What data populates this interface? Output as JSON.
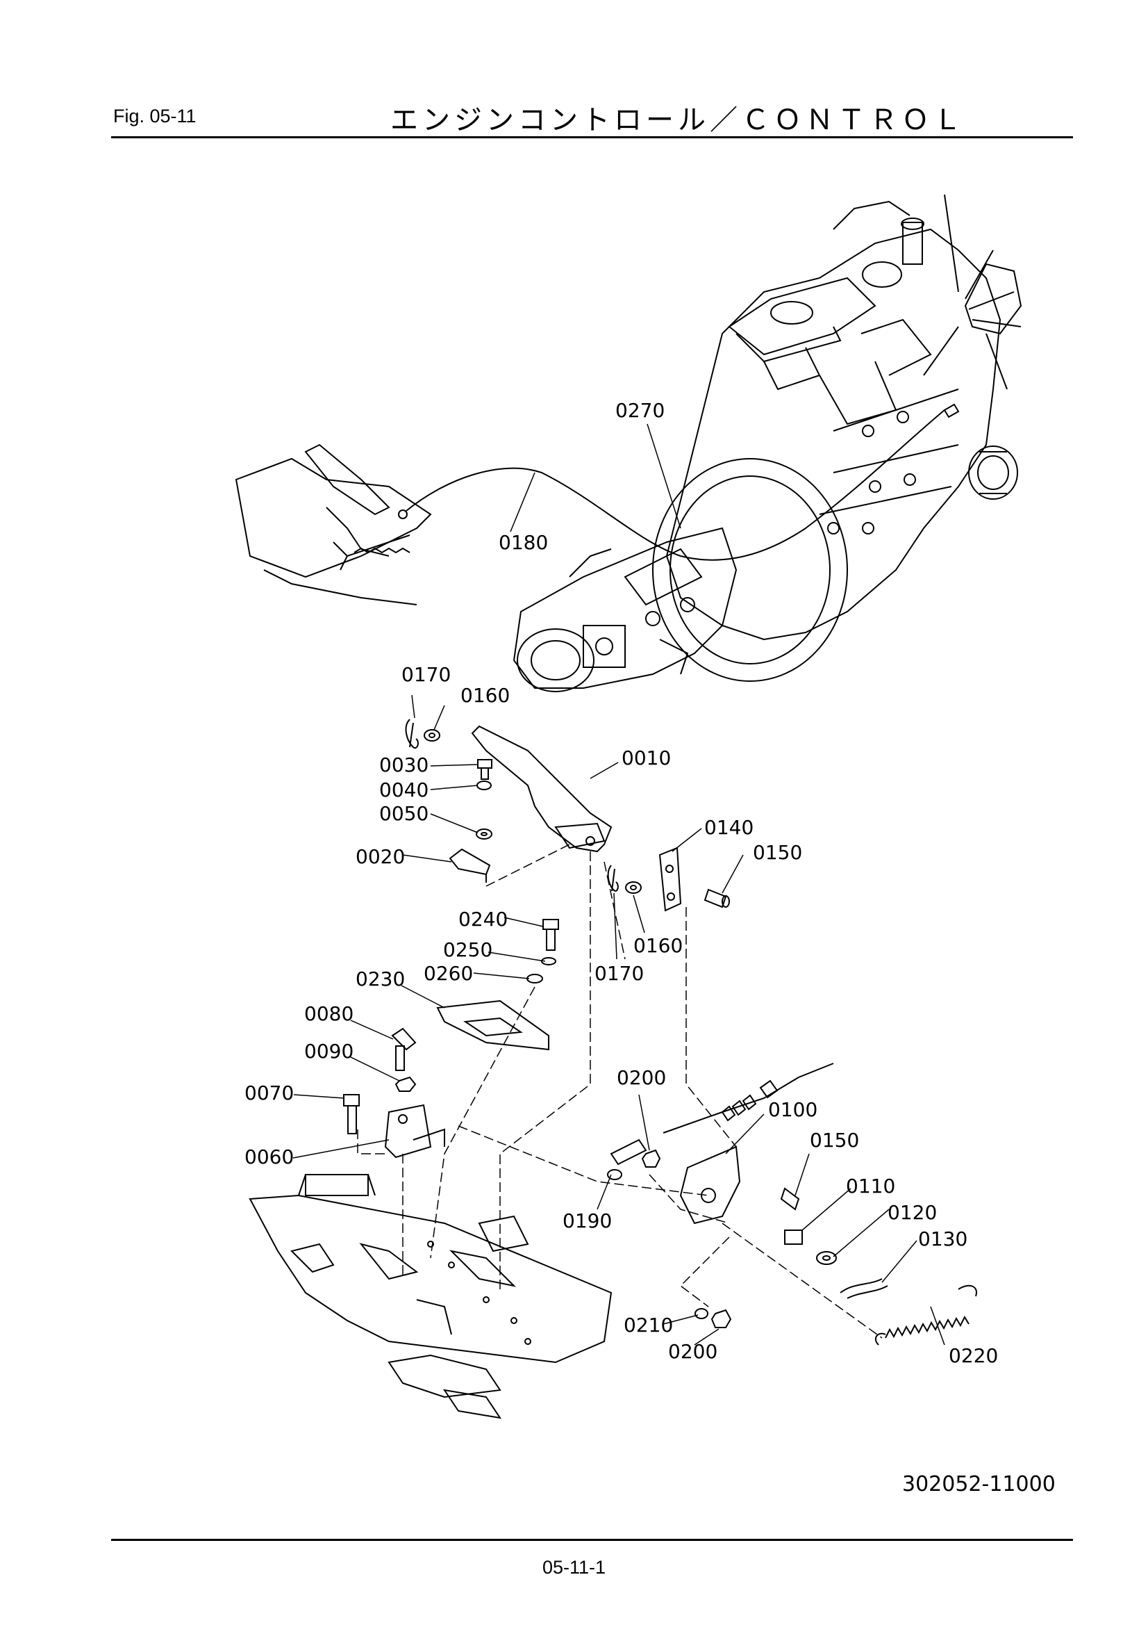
{
  "header": {
    "figure_label": "Fig.  05-11",
    "title": "エンジンコントロール／ＣＯＮＴＲＯＬ"
  },
  "footer": {
    "drawing_code": "302052-11000",
    "page_number": "05-11-1"
  },
  "callouts": [
    {
      "id": "c0270",
      "text": "0270"
    },
    {
      "id": "c0180",
      "text": "0180"
    },
    {
      "id": "c0170a",
      "text": "0170"
    },
    {
      "id": "c0160a",
      "text": "0160"
    },
    {
      "id": "c0010",
      "text": "0010"
    },
    {
      "id": "c0030",
      "text": "0030"
    },
    {
      "id": "c0040",
      "text": "0040"
    },
    {
      "id": "c0050",
      "text": "0050"
    },
    {
      "id": "c0020",
      "text": "0020"
    },
    {
      "id": "c0140",
      "text": "0140"
    },
    {
      "id": "c0150a",
      "text": "0150"
    },
    {
      "id": "c0240",
      "text": "0240"
    },
    {
      "id": "c0250",
      "text": "0250"
    },
    {
      "id": "c0260",
      "text": "0260"
    },
    {
      "id": "c0160b",
      "text": "0160"
    },
    {
      "id": "c0170b",
      "text": "0170"
    },
    {
      "id": "c0230",
      "text": "0230"
    },
    {
      "id": "c0080",
      "text": "0080"
    },
    {
      "id": "c0090",
      "text": "0090"
    },
    {
      "id": "c0070",
      "text": "0070"
    },
    {
      "id": "c0200a",
      "text": "0200"
    },
    {
      "id": "c0100",
      "text": "0100"
    },
    {
      "id": "c0150b",
      "text": "0150"
    },
    {
      "id": "c0060",
      "text": "0060"
    },
    {
      "id": "c0110",
      "text": "0110"
    },
    {
      "id": "c0190",
      "text": "0190"
    },
    {
      "id": "c0120",
      "text": "0120"
    },
    {
      "id": "c0130",
      "text": "0130"
    },
    {
      "id": "c0210",
      "text": "0210"
    },
    {
      "id": "c0200b",
      "text": "0200"
    },
    {
      "id": "c0220",
      "text": "0220"
    }
  ]
}
